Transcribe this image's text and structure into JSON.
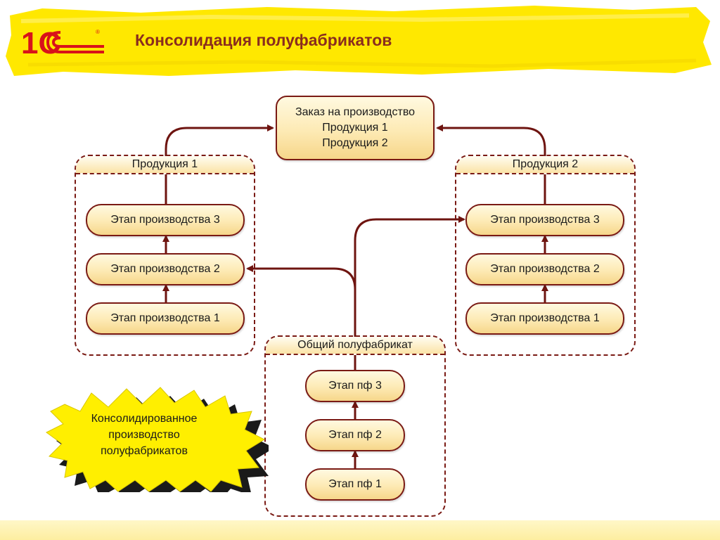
{
  "header": {
    "logo_text": "1С",
    "title": "Консолидация полуфабрикатов"
  },
  "order": {
    "line1": "Заказ на производство",
    "line2": "Продукция  1",
    "line3": "Продукция  2"
  },
  "group_product1": {
    "title": "Продукция  1",
    "stages": [
      "Этап производства  3",
      "Этап производства  2",
      "Этап производства  1"
    ]
  },
  "group_product2": {
    "title": "Продукция  2",
    "stages": [
      "Этап производства  3",
      "Этап производства  2",
      "Этап производства  1"
    ]
  },
  "group_semifinished": {
    "title": "Общий полуфабрикат",
    "stages": [
      "Этап пф  3",
      "Этап пф  2",
      "Этап пф  1"
    ]
  },
  "callout": {
    "line1": "Консолидированное",
    "line2": "производство",
    "line3": "полуфабрикатов"
  },
  "colors": {
    "accent": "#7a1a14",
    "banner": "#ffe800",
    "title": "#8a2d1e"
  }
}
